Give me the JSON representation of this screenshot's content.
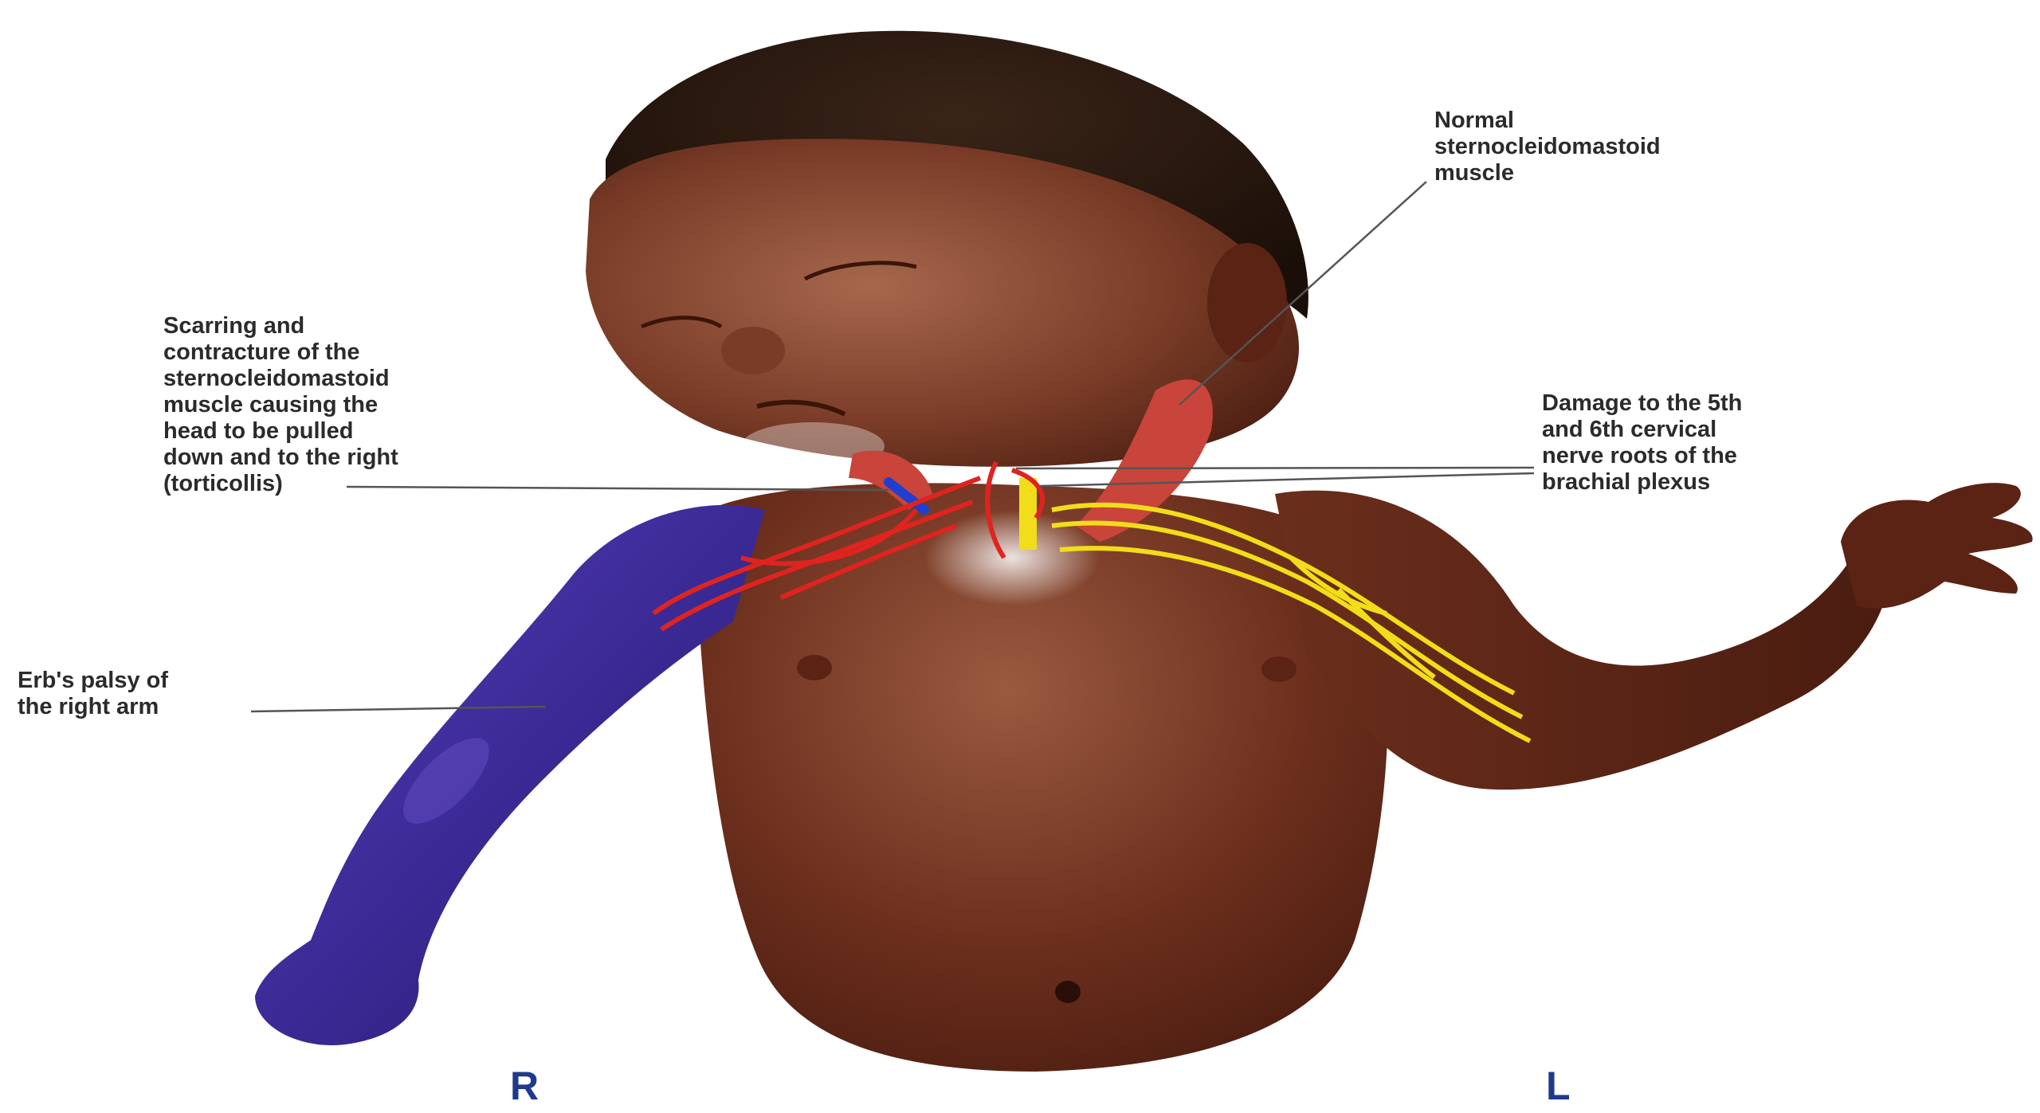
{
  "labels": {
    "normal_scm": "Normal\nsternocleidomastoid\nmuscle",
    "scarring": "Scarring and\ncontracture of the\nsternocleidomastoid\nmuscle causing the\nhead to be pulled\ndown and to the right\n(torticollis)",
    "damage": "Damage to the 5th\nand 6th cervical\nnerve roots of the\nbrachial plexus",
    "erbs": "Erb's palsy of\nthe right arm"
  },
  "sides": {
    "right": "R",
    "left": "L"
  },
  "colors": {
    "skin": "#6b2e1c",
    "palsy_arm": "#3b2a96",
    "artery": "#e0231f",
    "nerve": "#f2dd1a",
    "muscle": "#c9443a",
    "side_label": "#1e3a8a",
    "leader_line": "#555555"
  }
}
